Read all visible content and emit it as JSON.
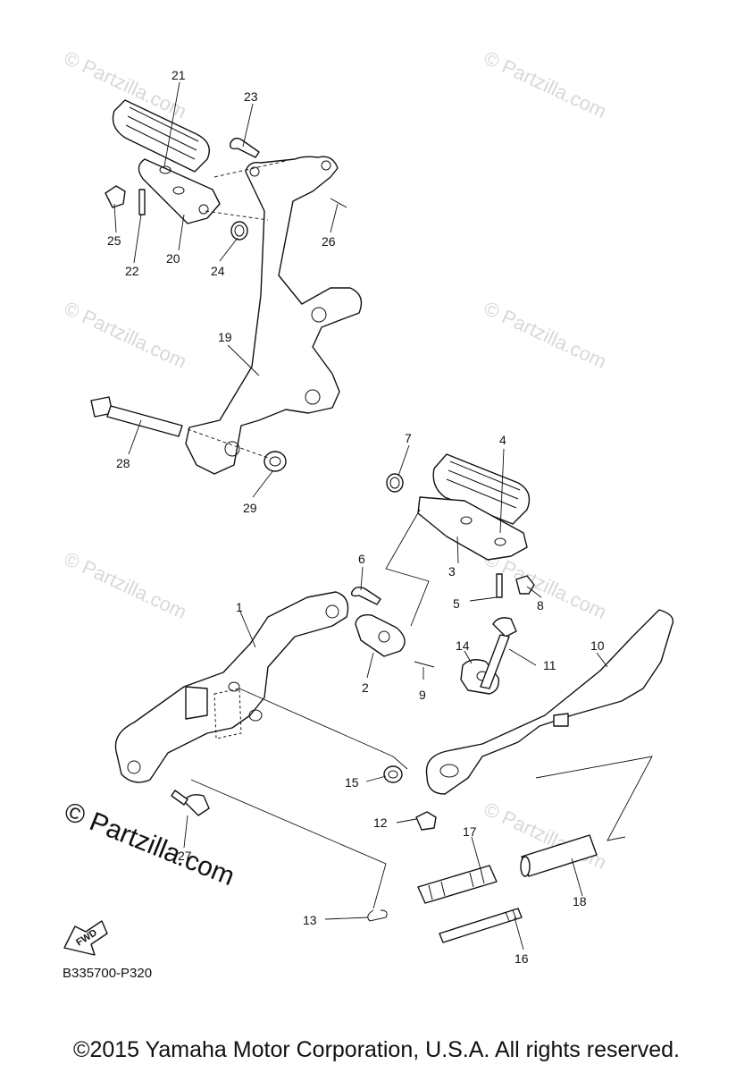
{
  "diagram": {
    "watermark": "© Partzilla.com",
    "watermark_large": "© Partzilla.com",
    "fwd_label": "FWD",
    "diagram_code": "B335700-P320",
    "copyright": "©2015 Yamaha Motor Corporation, U.S.A. All rights reserved.",
    "callouts": [
      {
        "id": "1",
        "label": "1"
      },
      {
        "id": "2",
        "label": "2"
      },
      {
        "id": "3",
        "label": "3"
      },
      {
        "id": "4",
        "label": "4"
      },
      {
        "id": "5",
        "label": "5"
      },
      {
        "id": "6",
        "label": "6"
      },
      {
        "id": "7",
        "label": "7"
      },
      {
        "id": "8",
        "label": "8"
      },
      {
        "id": "9",
        "label": "9"
      },
      {
        "id": "10",
        "label": "10"
      },
      {
        "id": "11",
        "label": "11"
      },
      {
        "id": "12",
        "label": "12"
      },
      {
        "id": "13",
        "label": "13"
      },
      {
        "id": "14",
        "label": "14"
      },
      {
        "id": "15",
        "label": "15"
      },
      {
        "id": "16",
        "label": "16"
      },
      {
        "id": "17",
        "label": "17"
      },
      {
        "id": "18",
        "label": "18"
      },
      {
        "id": "19",
        "label": "19"
      },
      {
        "id": "20",
        "label": "20"
      },
      {
        "id": "21",
        "label": "21"
      },
      {
        "id": "22",
        "label": "22"
      },
      {
        "id": "23",
        "label": "23"
      },
      {
        "id": "24",
        "label": "24"
      },
      {
        "id": "25",
        "label": "25"
      },
      {
        "id": "26",
        "label": "26"
      },
      {
        "id": "27",
        "label": "27"
      },
      {
        "id": "28",
        "label": "28"
      },
      {
        "id": "29",
        "label": "29"
      }
    ]
  }
}
